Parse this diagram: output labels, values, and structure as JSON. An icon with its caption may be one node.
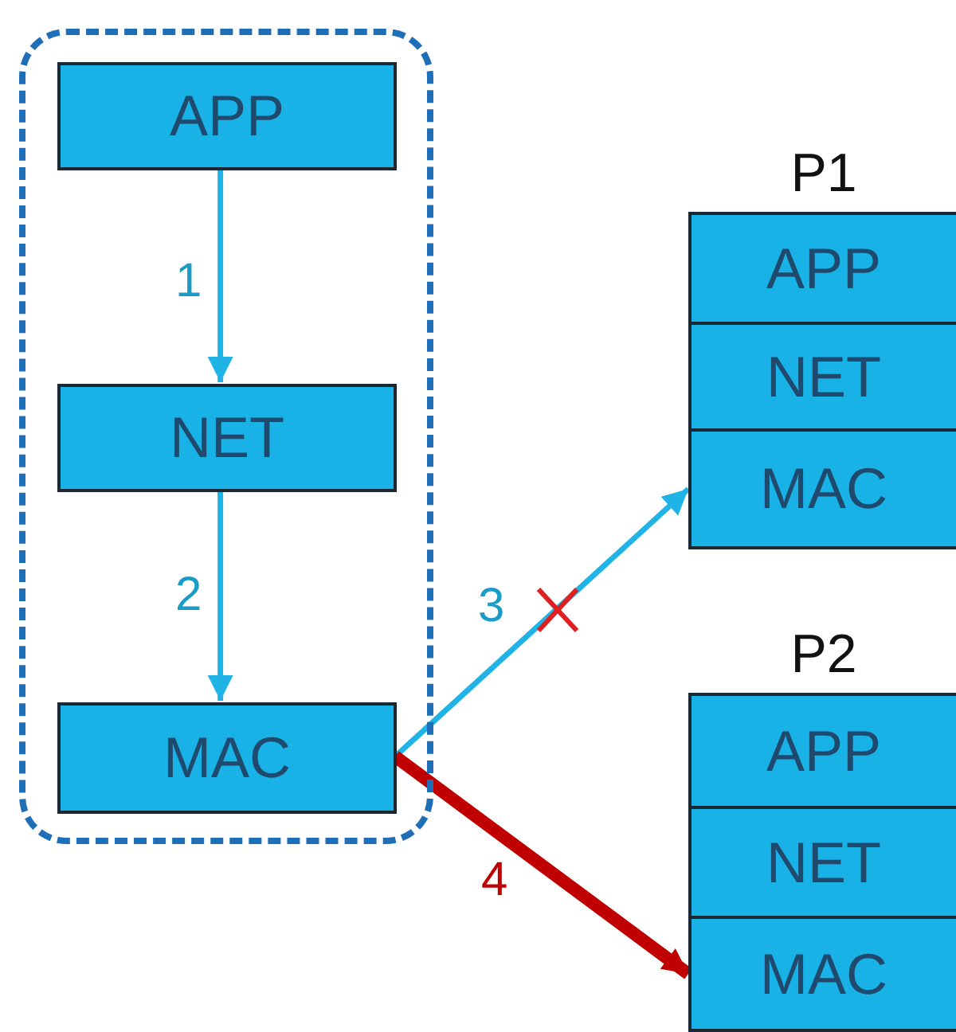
{
  "diagram": {
    "nodes": [
      {
        "text": [],
        "shape": "box"
      },
      {
        "text": [
          "APP"
        ],
        "in": 0
      },
      {
        "text": [
          "NET"
        ],
        "in": 0
      },
      {
        "text": [
          "MAC"
        ],
        "in": 0
      },
      {
        "text": [
          "P1"
        ]
      },
      {
        "text": [
          "APP"
        ],
        "in": 4
      },
      {
        "text": [
          "NET"
        ],
        "in": 4
      },
      {
        "text": [
          "MAC"
        ],
        "in": 4
      },
      {
        "text": [
          "P2"
        ]
      },
      {
        "text": [
          "APP"
        ],
        "in": 8
      },
      {
        "text": [
          "NET"
        ],
        "in": 8
      },
      {
        "text": [
          "MAC"
        ],
        "in": 8
      }
    ],
    "edges": [
      {
        "from": 1,
        "to": 2,
        "arrow": "to",
        "label": "1"
      },
      {
        "from": 2,
        "to": 3,
        "arrow": "to",
        "label": "2"
      },
      {
        "from": 3,
        "to": 7,
        "arrow": "to",
        "label": "3"
      },
      {
        "from": 3,
        "to": 11,
        "arrow": "to",
        "label": "4",
        "style": "thick",
        "color": "#c00000"
      }
    ]
  }
}
